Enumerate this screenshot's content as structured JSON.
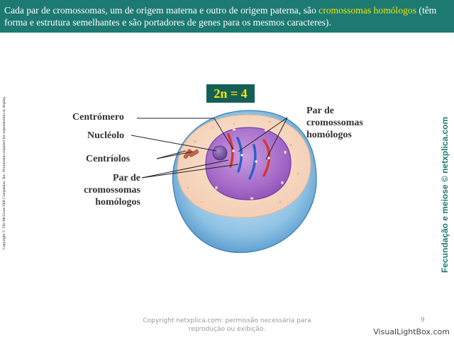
{
  "header": {
    "text_part1": "Cada par de cromossomas, um de origem materna e outro de origem paterna, são ",
    "highlight1": "cromossomas",
    "highlight2": "homólogos",
    "text_part2": " (têm forma e estrutura semelhantes e são portadores de genes para os mesmos caracteres)."
  },
  "side_left": "Copyright © The McGraw-Hill Companies, Inc. Permission required for reproduction or display.",
  "side_right": "Fecundação e meiose © netxplica.com",
  "badge": "2n = 4",
  "labels": {
    "centromere": "Centrómero",
    "nucleolus": "Nucléolo",
    "centrioles": "Centríolos",
    "homologous_left": "Par de cromossomas homólogos",
    "homologous_right": "Par de cromossomas homólogos"
  },
  "footer": {
    "copyright": "Copyright netxplica.com: permissão necessária para reprodução ou exibição.",
    "page_number": "9"
  },
  "watermark": "VisualLightBox.com",
  "colors": {
    "header_bg": "#1d7a72",
    "highlight": "#f2e600",
    "badge_bg": "#155f57",
    "badge_text": "#f5e900",
    "maternal_chromosome": "#d8352a",
    "paternal_chromosome": "#2a5fc8"
  }
}
